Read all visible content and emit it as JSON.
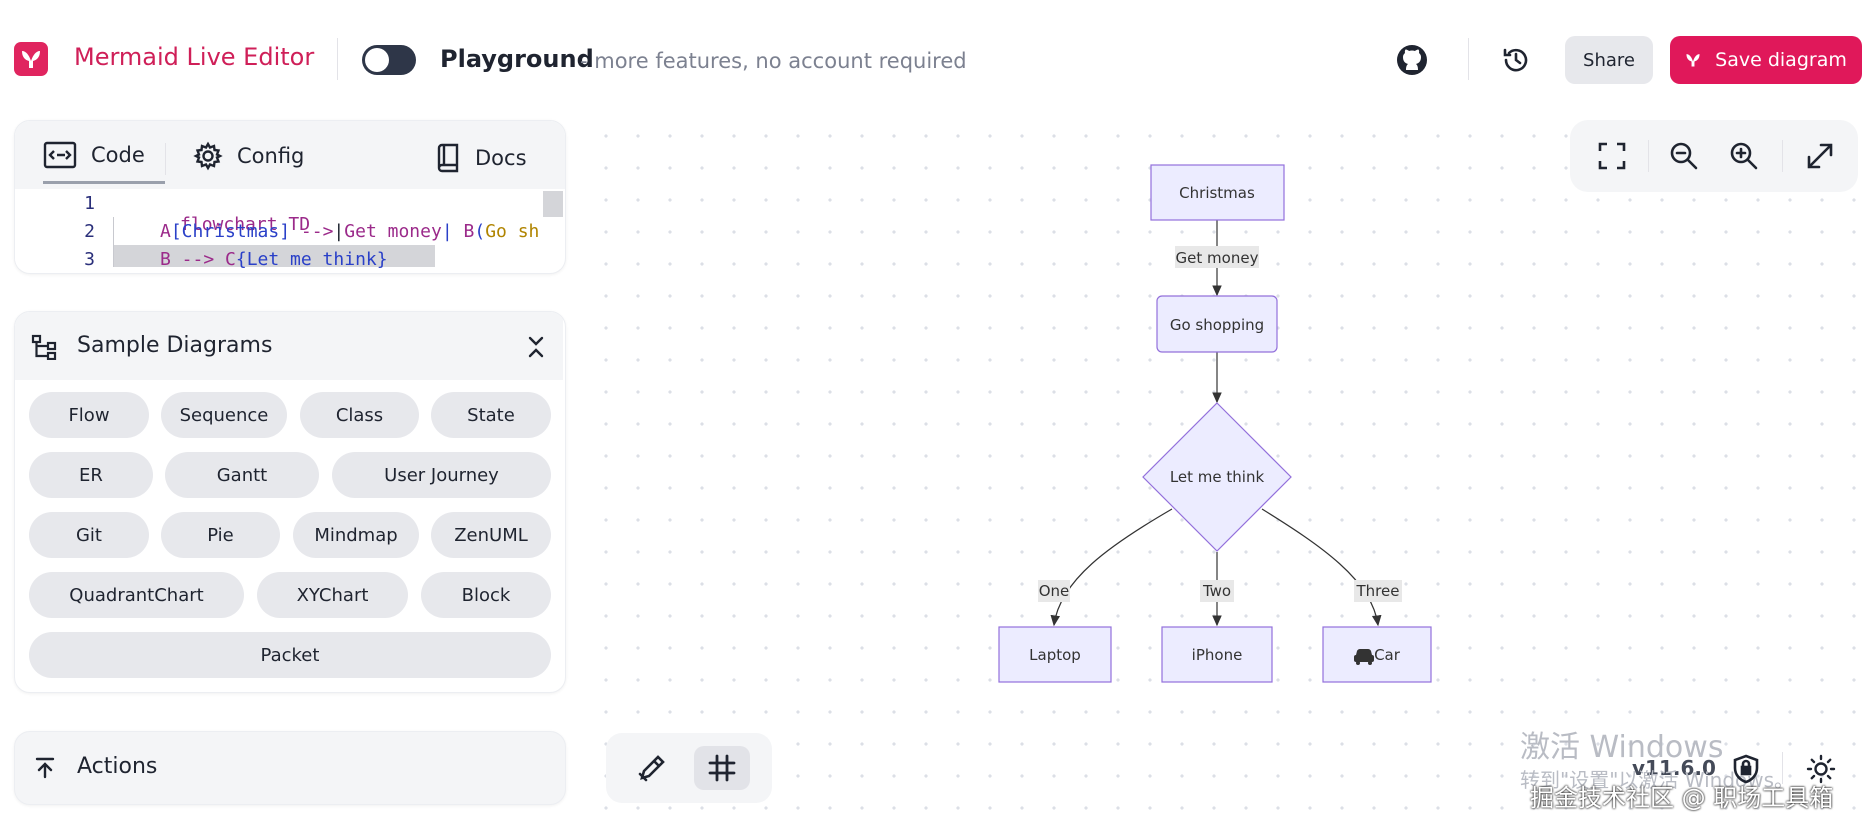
{
  "header": {
    "app_title": "Mermaid Live Editor",
    "playground_title": "Playground",
    "playground_subtitle": "- more features, no account required",
    "share_label": "Share",
    "save_label": "Save diagram",
    "icons": [
      "github-icon",
      "history-icon",
      "mermaid-logo-icon"
    ]
  },
  "editor": {
    "tabs": [
      {
        "label": "Code",
        "icon": "code-icon",
        "active": true
      },
      {
        "label": "Config",
        "icon": "gear-icon"
      },
      {
        "label": "Docs",
        "icon": "book-icon"
      }
    ],
    "line_numbers": [
      "1",
      "2",
      "3"
    ],
    "line1": {
      "a": "flowchart TD"
    },
    "line2": {
      "a": "A",
      "b": "[Christmas]",
      "c": " -->",
      "d": "|",
      "e": "Get money",
      "f": "|",
      "g": " B",
      "h": "(",
      "i": "Go sh"
    },
    "line3": {
      "a": "B --> C",
      "b": "{Let me think}"
    }
  },
  "samples": {
    "title": "Sample Diagrams",
    "items": [
      "Flow",
      "Sequence",
      "Class",
      "State",
      "ER",
      "Gantt",
      "User Journey",
      "Git",
      "Pie",
      "Mindmap",
      "ZenUML",
      "QuadrantChart",
      "XYChart",
      "Block",
      "Packet"
    ]
  },
  "actions": {
    "title": "Actions"
  },
  "diagram": {
    "nodes": {
      "christmas": "Christmas",
      "shopping": "Go shopping",
      "think": "Let me think",
      "laptop": "Laptop",
      "iphone": "iPhone",
      "car": "Car"
    },
    "edges": {
      "money": "Get money",
      "one": "One",
      "two": "Two",
      "three": "Three"
    },
    "colors": {
      "node_fill": "#ECECFF",
      "node_stroke": "#9370DB",
      "label_bg": "#E8E8E8"
    }
  },
  "footer": {
    "version": "v11.6.0",
    "watermark_line1": "激活 Windows",
    "watermark_line2": "转到\"设置\"以激活 Windows。",
    "watermark_line3": "掘金技术社区 @ 职场工具箱"
  },
  "colors": {
    "brand": "#E0185A",
    "chip_bg": "#E7E8EC"
  }
}
